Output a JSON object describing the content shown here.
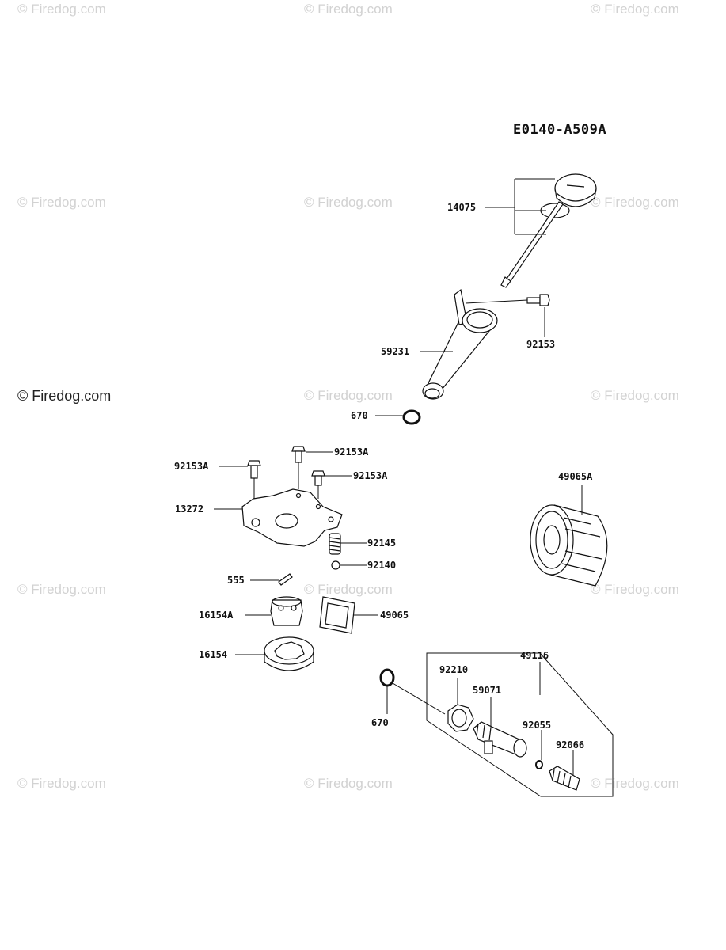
{
  "diagram_code": "E0140-A509A",
  "watermarks": {
    "light": "© Firedog.com",
    "dark": "© Firedog.com"
  },
  "parts": {
    "p14075": "14075",
    "p92153": "92153",
    "p59231": "59231",
    "p670_top": "670",
    "p92153A_1": "92153A",
    "p92153A_2": "92153A",
    "p92153A_3": "92153A",
    "p13272": "13272",
    "p92145": "92145",
    "p92140": "92140",
    "p555": "555",
    "p16154A": "16154A",
    "p49065": "49065",
    "p16154": "16154",
    "p49065A": "49065A",
    "p49116": "49116",
    "p92210": "92210",
    "p59071": "59071",
    "p670_bottom": "670",
    "p92055": "92055",
    "p92066": "92066"
  }
}
